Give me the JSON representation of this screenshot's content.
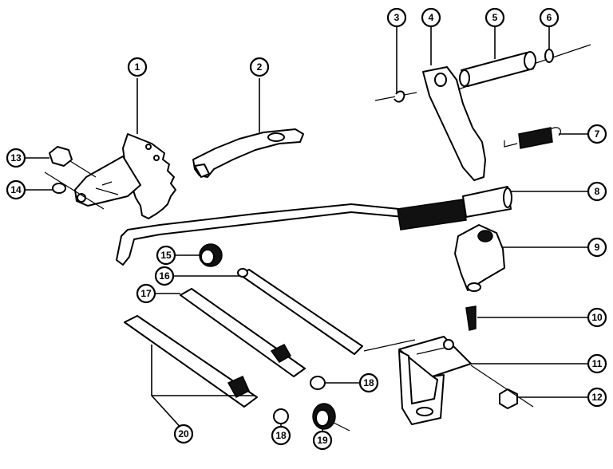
{
  "callouts": [
    {
      "label": "1"
    },
    {
      "label": "2"
    },
    {
      "label": "3"
    },
    {
      "label": "4"
    },
    {
      "label": "5"
    },
    {
      "label": "6"
    },
    {
      "label": "7"
    },
    {
      "label": "8"
    },
    {
      "label": "9"
    },
    {
      "label": "10"
    },
    {
      "label": "11"
    },
    {
      "label": "12"
    },
    {
      "label": "13"
    },
    {
      "label": "14"
    },
    {
      "label": "15"
    },
    {
      "label": "16"
    },
    {
      "label": "17"
    },
    {
      "label": "18"
    },
    {
      "label": "18"
    },
    {
      "label": "19"
    },
    {
      "label": "20"
    }
  ]
}
